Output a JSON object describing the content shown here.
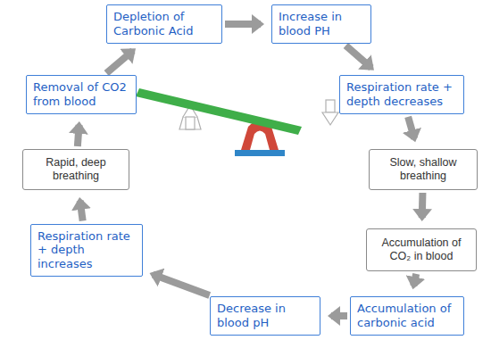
{
  "diagram": {
    "nodes": [
      {
        "text": [
          "Depletion of Carbonic Acid"
        ]
      },
      {
        "text": [
          "Increase in blood PH"
        ]
      },
      {
        "text": [
          "Respiration rate + depth decreases"
        ]
      },
      {
        "text": [
          "Slow, shallow breathing"
        ]
      },
      {
        "text": [
          "Accumulation of CO₂ in blood"
        ]
      },
      {
        "text": [
          "Accumulation of carbonic acid"
        ]
      },
      {
        "text": [
          "Decrease in blood pH"
        ]
      },
      {
        "text": [
          "Respiration rate + depth increases"
        ]
      },
      {
        "text": [
          "Rapid, deep breathing"
        ]
      },
      {
        "text": [
          "Removal of CO2 from blood"
        ]
      }
    ],
    "edges": [
      {
        "from": 0,
        "to": 1,
        "arrow": "to"
      },
      {
        "from": 1,
        "to": 2,
        "arrow": "to"
      },
      {
        "from": 2,
        "to": 3,
        "arrow": "to"
      },
      {
        "from": 3,
        "to": 4,
        "arrow": "to"
      },
      {
        "from": 4,
        "to": 5,
        "arrow": "to"
      },
      {
        "from": 5,
        "to": 6,
        "arrow": "to"
      },
      {
        "from": 6,
        "to": 7,
        "arrow": "to"
      },
      {
        "from": 7,
        "to": 8,
        "arrow": "to"
      },
      {
        "from": 8,
        "to": 9,
        "arrow": "to"
      },
      {
        "from": 9,
        "to": 0,
        "arrow": "to"
      }
    ]
  }
}
